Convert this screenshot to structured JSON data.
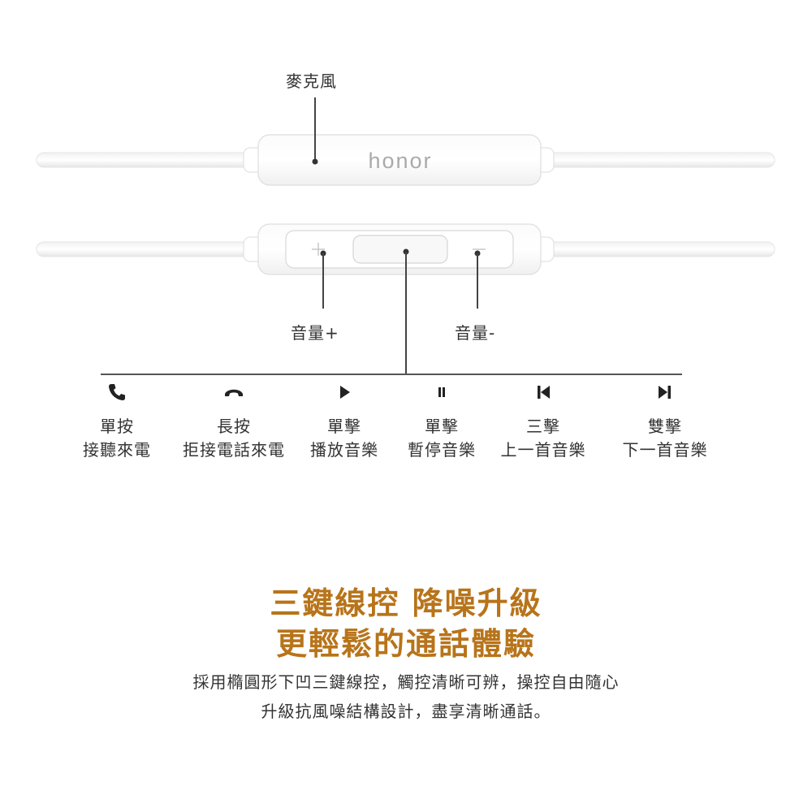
{
  "illustration": {
    "brand_text": "honor"
  },
  "callouts": {
    "microphone": "麥克風",
    "volume_up": "音量+",
    "volume_down": "音量-"
  },
  "functions": [
    {
      "icon": "phone-answer-icon",
      "line1": "單按",
      "line2": "接聽來電"
    },
    {
      "icon": "phone-hangup-icon",
      "line1": "長按",
      "line2": "拒接電話來電"
    },
    {
      "icon": "play-icon",
      "line1": "單擊",
      "line2": "播放音樂"
    },
    {
      "icon": "pause-icon",
      "line1": "單擊",
      "line2": "暫停音樂"
    },
    {
      "icon": "previous-track-icon",
      "line1": "三擊",
      "line2": "上一首音樂"
    },
    {
      "icon": "next-track-icon",
      "line1": "雙擊",
      "line2": "下一首音樂"
    }
  ],
  "headline": {
    "line1": "三鍵線控 降噪升級",
    "line2": "更輕鬆的通話體驗"
  },
  "description": {
    "line1": "採用橢圓形下凹三鍵線控，觸控清晰可辨，操控自由隨心",
    "line2": "升級抗風噪結構設計，盡享清晰通話。"
  },
  "colors": {
    "headline": "#b8741a",
    "text": "#333333",
    "device": "#ffffff",
    "outline": "#e2e2e2"
  }
}
